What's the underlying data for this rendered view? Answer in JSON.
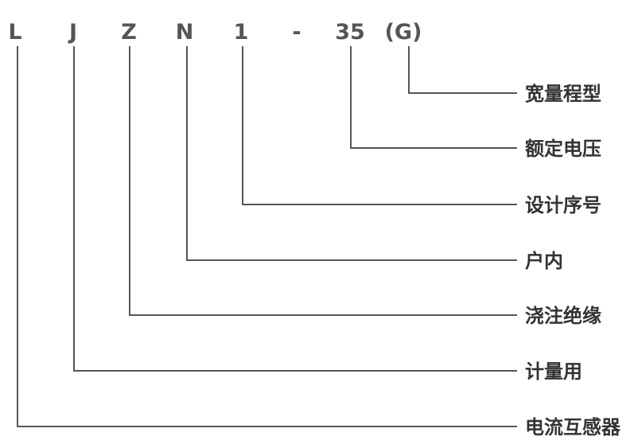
{
  "colors": {
    "line": "#555555",
    "code_text": "#555555",
    "label_text": "#333333"
  },
  "model_code": [
    {
      "symbol": "L",
      "meaning": "电流互感器"
    },
    {
      "symbol": "J",
      "meaning": "计量用"
    },
    {
      "symbol": "Z",
      "meaning": "浇注绝缘"
    },
    {
      "symbol": "N",
      "meaning": "户内"
    },
    {
      "symbol": "1",
      "meaning": "设计序号"
    },
    {
      "symbol": "-",
      "meaning": ""
    },
    {
      "symbol": "35",
      "meaning": "额定电压"
    },
    {
      "symbol": "(G)",
      "meaning": "宽量程型"
    }
  ]
}
